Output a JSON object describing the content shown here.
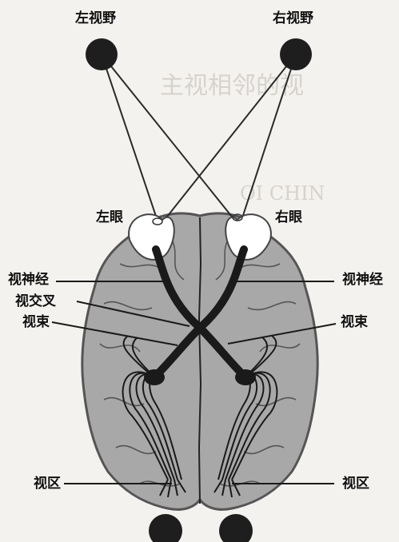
{
  "labels": {
    "left_field": "左视野",
    "right_field": "右视野",
    "left_eye": "左眼",
    "right_eye": "右眼",
    "optic_nerve_left": "视神经",
    "optic_nerve_right": "视神经",
    "optic_chiasm": "视交叉",
    "optic_tract_left": "视束",
    "optic_tract_right": "视束",
    "visual_cortex_left": "视区",
    "visual_cortex_right": "视区"
  },
  "colors": {
    "background": "#f4f2ef",
    "brain_fill": "#a8a8a8",
    "pathway": "#1a1a1a",
    "field_dot": "#1e1e1e"
  }
}
